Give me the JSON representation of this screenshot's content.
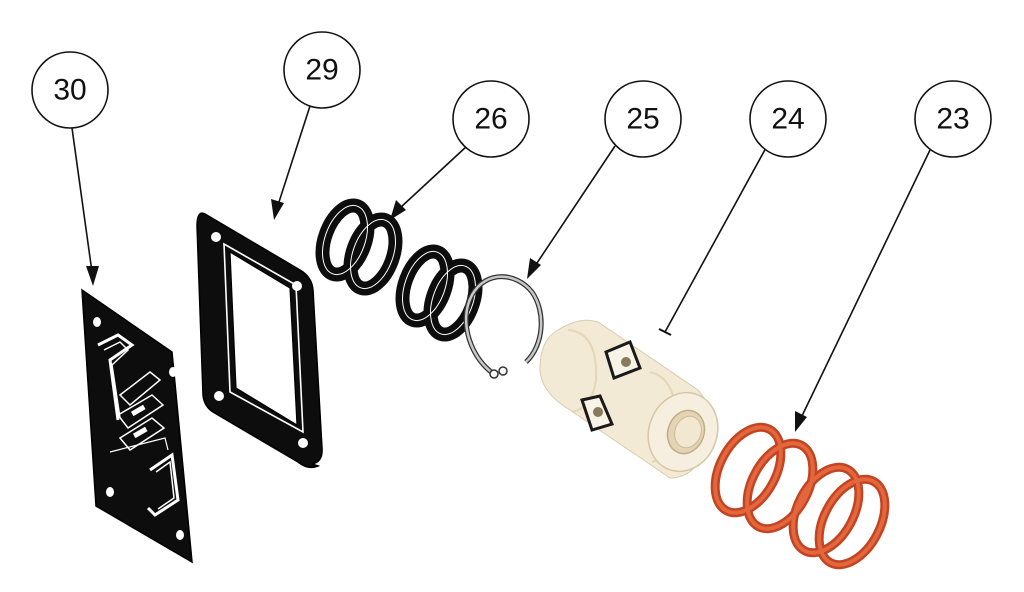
{
  "colors": {
    "gasket_black": "#0d0d0d",
    "body_cream": "#f3ead6",
    "spring_red": "#d8552e",
    "snap_ring_gray": "#b9b9b9",
    "line": "#111111"
  },
  "parts": [
    {
      "id": "part-30",
      "label": "30",
      "depicts": "diaphragm-plate"
    },
    {
      "id": "part-29",
      "label": "29",
      "depicts": "gasket"
    },
    {
      "id": "part-26",
      "label": "26",
      "depicts": "o-rings"
    },
    {
      "id": "part-25",
      "label": "25",
      "depicts": "snap-ring"
    },
    {
      "id": "part-24",
      "label": "24",
      "depicts": "valve-body"
    },
    {
      "id": "part-23",
      "label": "23",
      "depicts": "o-rings-red"
    }
  ]
}
